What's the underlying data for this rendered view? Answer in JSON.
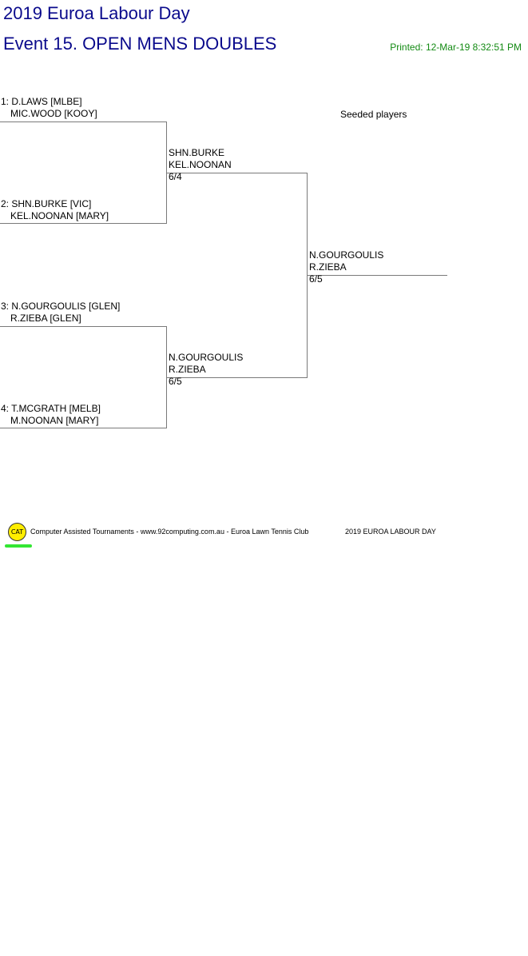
{
  "header": {
    "title": "2019 Euroa Labour Day",
    "event": "Event 15. OPEN MENS DOUBLES",
    "printed": "Printed: 12-Mar-19 8:32:51 PM"
  },
  "seeded_label": "Seeded players",
  "round1": [
    {
      "player1": "1: D.LAWS [MLBE]",
      "player2": "MIC.WOOD [KOOY]"
    },
    {
      "player1": "2: SHN.BURKE [VIC]",
      "player2": "KEL.NOONAN [MARY]"
    },
    {
      "player1": "3: N.GOURGOULIS [GLEN]",
      "player2": "R.ZIEBA [GLEN]"
    },
    {
      "player1": "4: T.MCGRATH [MELB]",
      "player2": "M.NOONAN [MARY]"
    }
  ],
  "round2": [
    {
      "player1": "SHN.BURKE",
      "player2": "KEL.NOONAN",
      "score": "6/4"
    },
    {
      "player1": "N.GOURGOULIS",
      "player2": "R.ZIEBA",
      "score": "6/5"
    }
  ],
  "final": {
    "player1": "N.GOURGOULIS",
    "player2": "R.ZIEBA",
    "score": "6/5"
  },
  "footer": {
    "logo_text": "CAT",
    "credit": "Computer Assisted Tournaments - www.92computing.com.au -  Euroa Lawn Tennis Club",
    "tournament": "2019 EUROA LABOUR DAY",
    "colors": {
      "logo": "#ffee00",
      "underline": "#33e633"
    }
  }
}
